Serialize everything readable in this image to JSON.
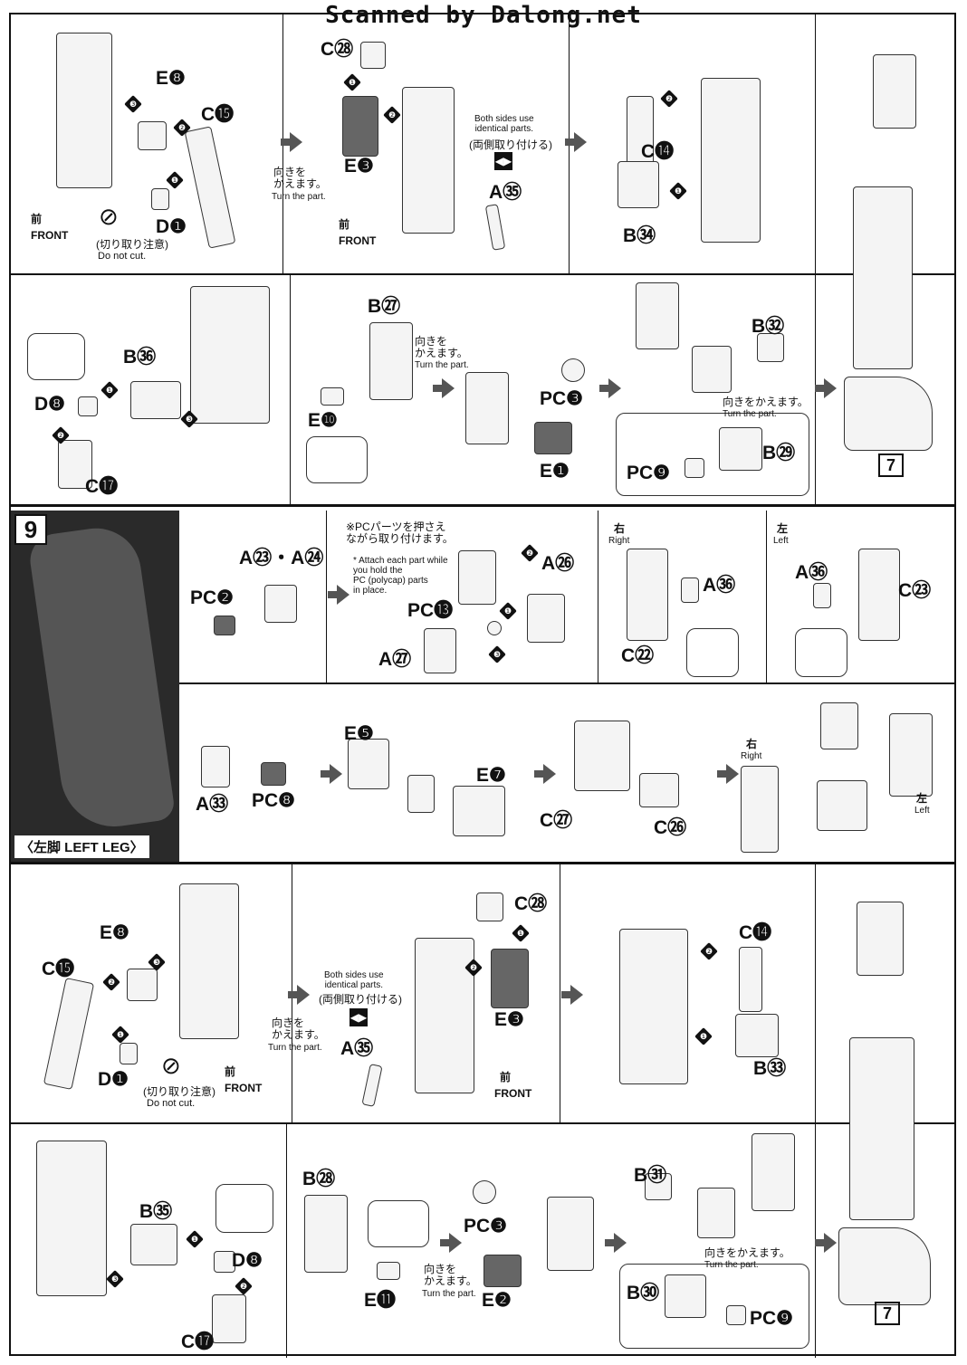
{
  "header": {
    "scan_title": "Scanned by Dalong.net"
  },
  "common": {
    "turn_jp": "向きを\nかえます。",
    "turn_en": "Turn the part.",
    "turn_inline_jp": "向きをかえます。",
    "front_jp": "前",
    "front_en": "FRONT",
    "nocut_jp": "(切り取り注意)",
    "nocut_en": "Do not cut.",
    "both_sides_en": "Both sides use\nidentical parts.",
    "both_sides_jp": "(両側取り付ける)",
    "step_ref": "7"
  },
  "row1": {
    "labels": [
      "E❽",
      "C⓯",
      "D❶",
      "C㉘",
      "E❸",
      "A㉟",
      "C⓮",
      "B㉞"
    ],
    "steps": [
      "❸",
      "❷",
      "❶",
      "❶",
      "❷",
      "❷",
      "❶"
    ]
  },
  "row2": {
    "labels": [
      "B㊱",
      "D❽",
      "C⓱",
      "B㉗",
      "E❿",
      "PC❸",
      "E❶",
      "B㉜",
      "B㉙",
      "PC❾"
    ],
    "steps": [
      "❶",
      "❷",
      "❸"
    ]
  },
  "section9": {
    "number": "9",
    "title": "〈左脚 LEFT LEG〉",
    "pc_note_jp": "※PCパーツを押さえ\nながら取り付けます。",
    "pc_note_en": "* Attach each part while\nyou hold the\nPC (polycap) parts\nin place.",
    "right_jp": "右",
    "right_en": "Right",
    "left_jp": "左",
    "left_en": "Left",
    "labels": [
      "A㉓・A㉔",
      "PC❷",
      "PC⓭",
      "A㉖",
      "A㉗",
      "A㊱",
      "C㉒",
      "A㊱",
      "C㉓"
    ]
  },
  "row4": {
    "labels": [
      "A㉝",
      "PC❽",
      "E❺",
      "E❼",
      "C㉗",
      "C㉖"
    ]
  },
  "row5": {
    "labels": [
      "E❽",
      "C⓯",
      "D❶",
      "C㉘",
      "E❸",
      "A㉟",
      "C⓮",
      "B㉝"
    ]
  },
  "row6": {
    "labels": [
      "B㉟",
      "D❽",
      "C⓱",
      "B㉘",
      "E⓫",
      "PC❸",
      "E❷",
      "B㉛",
      "B㉚",
      "PC❾"
    ]
  }
}
